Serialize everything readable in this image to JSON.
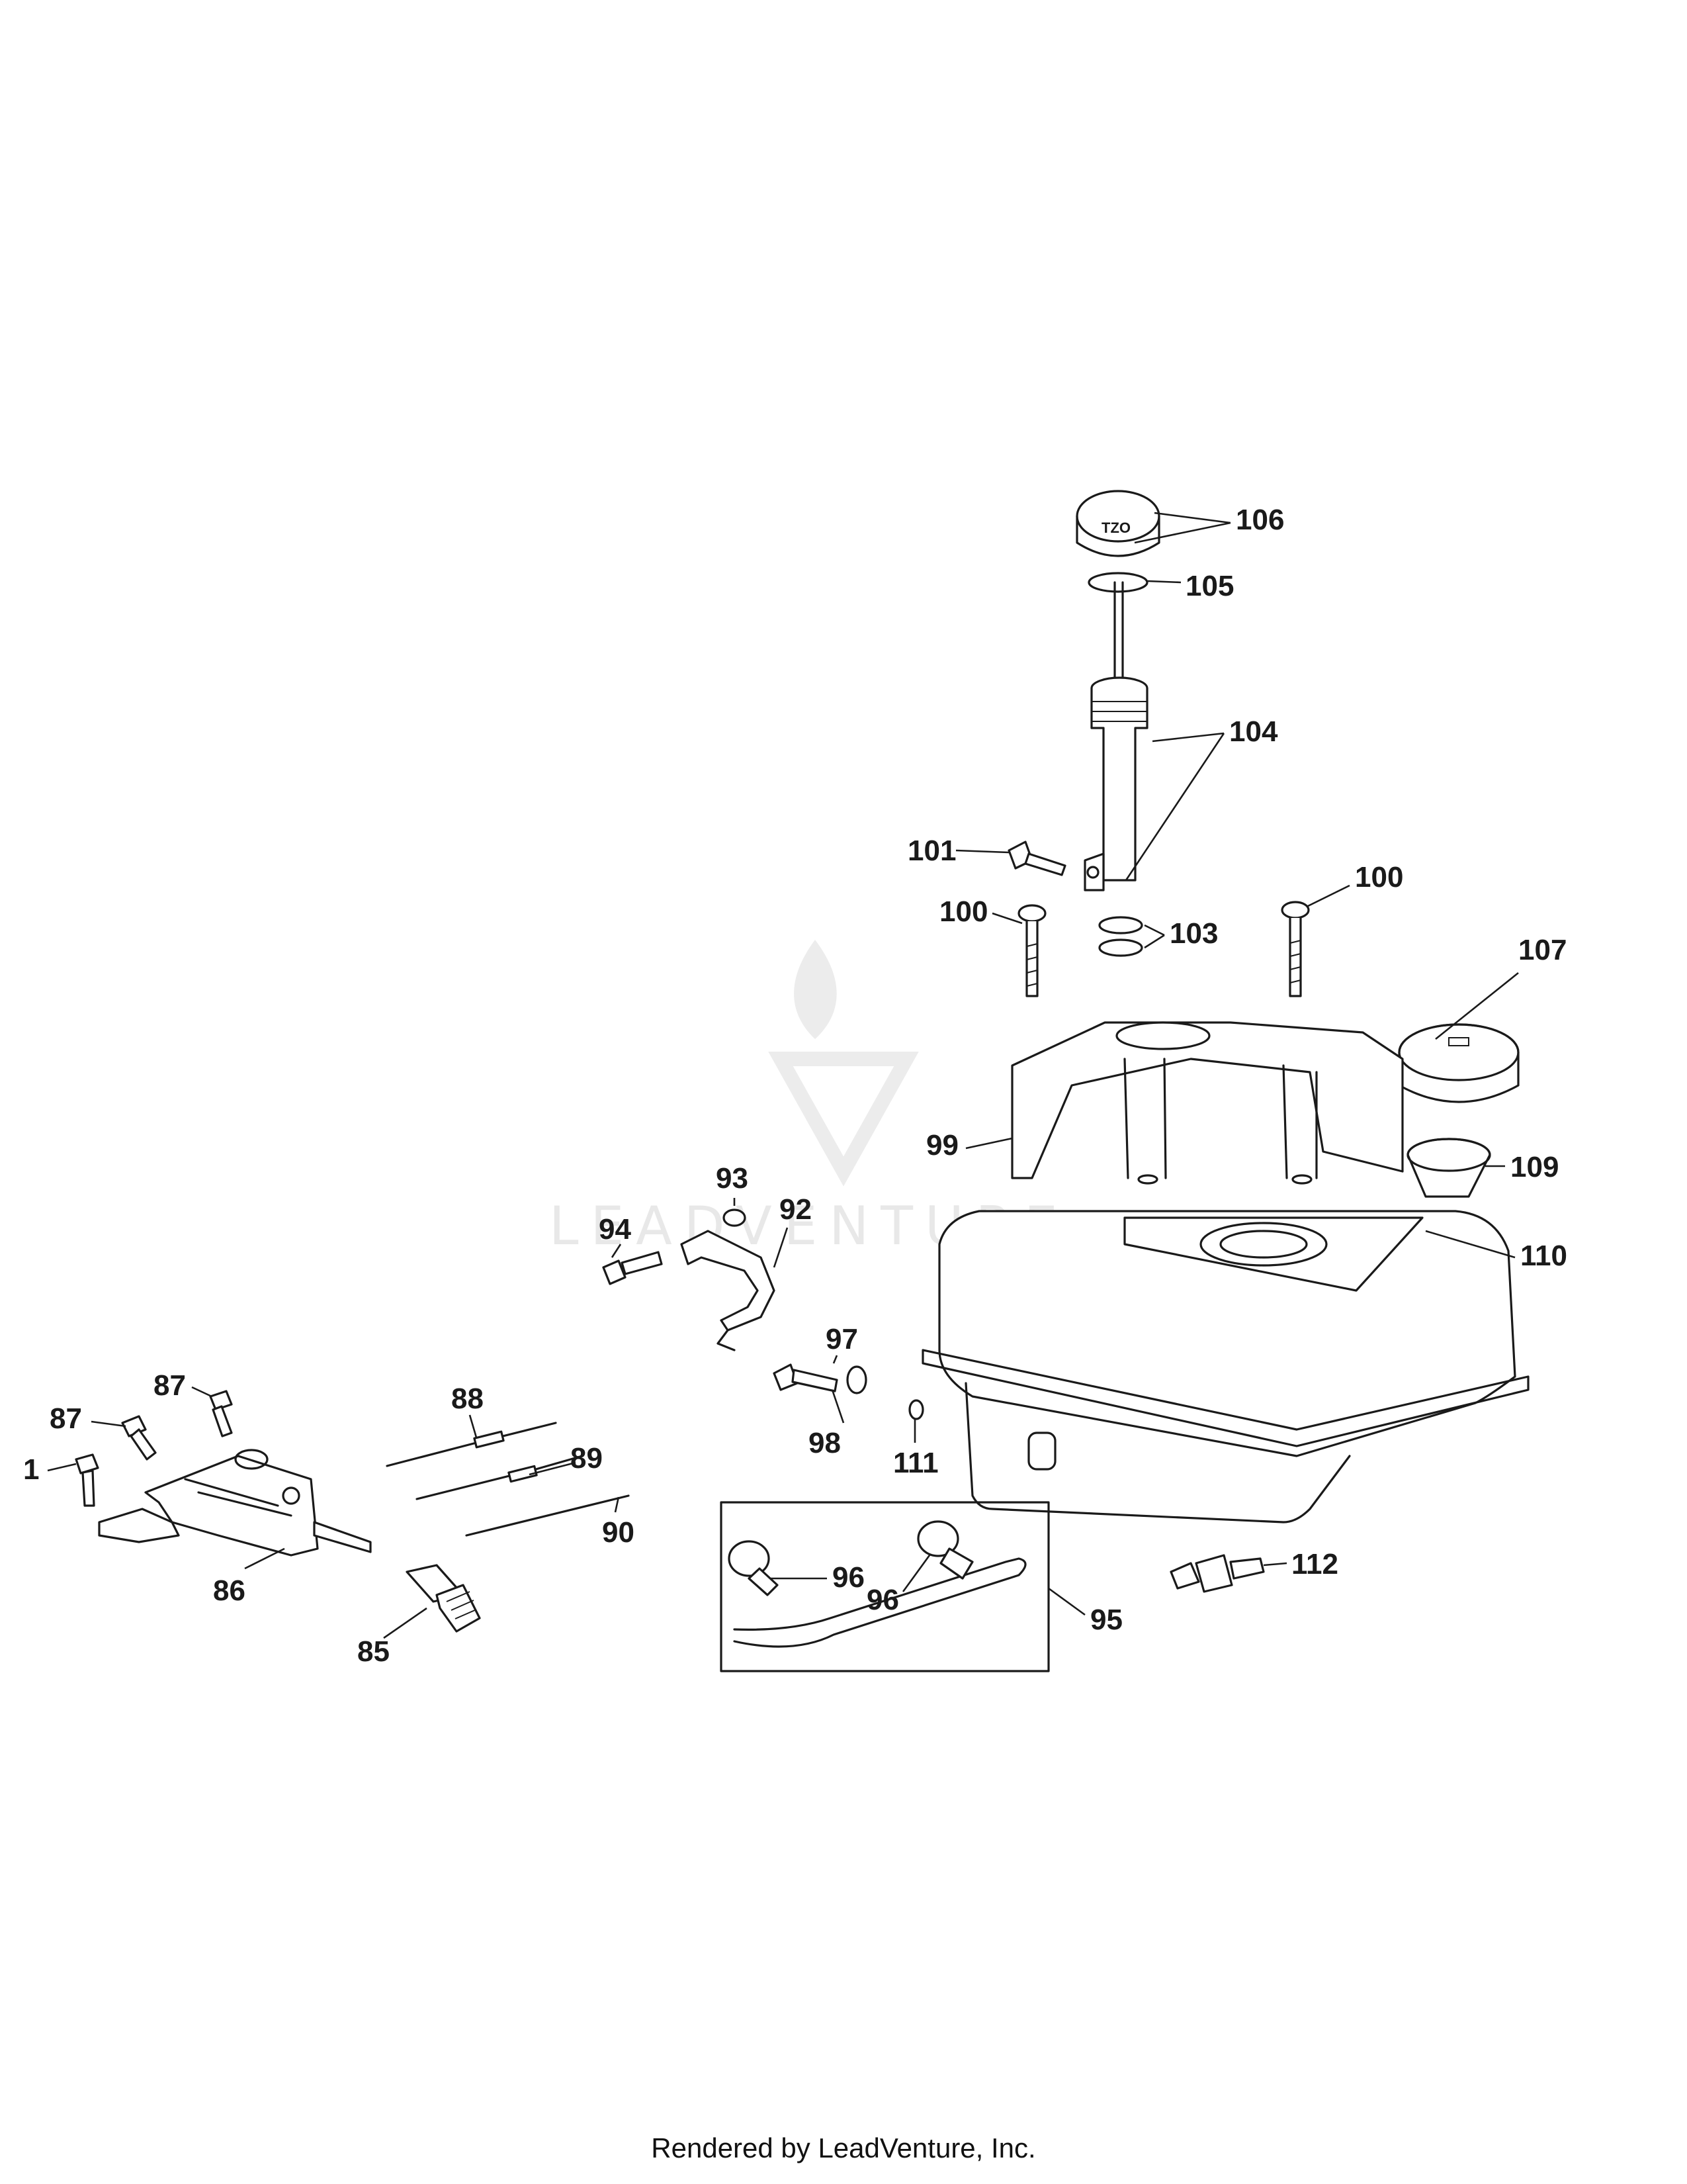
{
  "watermark": {
    "text": "LEADVENTURE"
  },
  "footer": {
    "text": "Rendered by LeadVenture, Inc."
  },
  "cap_marking": "TZO",
  "callouts": {
    "c1": "1",
    "c85": "85",
    "c86": "86",
    "c87a": "87",
    "c87b": "87",
    "c88": "88",
    "c89": "89",
    "c90": "90",
    "c92": "92",
    "c93": "93",
    "c94": "94",
    "c95": "95",
    "c96a": "96",
    "c96b": "96",
    "c97": "97",
    "c98": "98",
    "c99": "99",
    "c100a": "100",
    "c100b": "100",
    "c101": "101",
    "c103": "103",
    "c104": "104",
    "c105": "105",
    "c106": "106",
    "c107": "107",
    "c109": "109",
    "c110": "110",
    "c111": "111",
    "c112": "112"
  },
  "colors": {
    "line": "#1a1a1a",
    "watermark": "#e8e8e8",
    "background": "#ffffff"
  }
}
